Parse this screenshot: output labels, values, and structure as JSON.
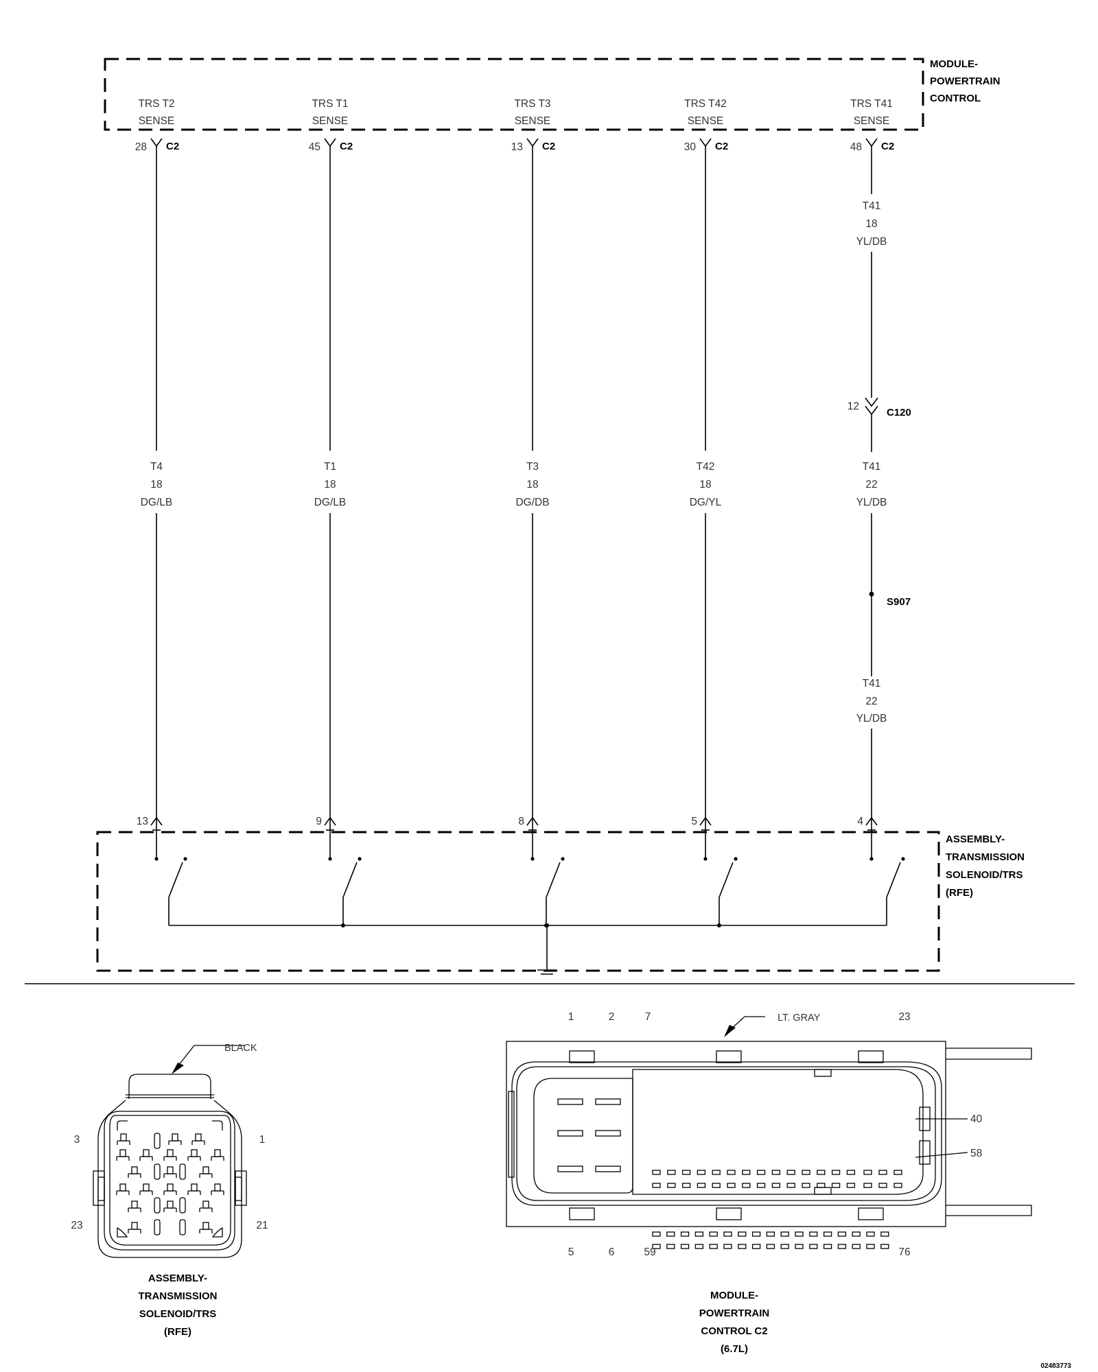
{
  "pcm": {
    "title": [
      "MODULE-",
      "POWERTRAIN",
      "CONTROL"
    ],
    "connector": "C2",
    "pins": [
      {
        "name": [
          "TRS T2",
          "SENSE"
        ],
        "pin": "28"
      },
      {
        "name": [
          "TRS T1",
          "SENSE"
        ],
        "pin": "45"
      },
      {
        "name": [
          "TRS T3",
          "SENSE"
        ],
        "pin": "13"
      },
      {
        "name": [
          "TRS T42",
          "SENSE"
        ],
        "pin": "30"
      },
      {
        "name": [
          "TRS T41",
          "SENSE"
        ],
        "pin": "48"
      }
    ]
  },
  "wires": [
    {
      "lines": [
        "T4",
        "18",
        "DG/LB"
      ]
    },
    {
      "lines": [
        "T1",
        "18",
        "DG/LB"
      ]
    },
    {
      "lines": [
        "T3",
        "18",
        "DG/DB"
      ]
    },
    {
      "lines": [
        "T42",
        "18",
        "DG/YL"
      ]
    },
    {
      "lines": [
        "T41",
        "22",
        "YL/DB"
      ]
    }
  ],
  "t41_upper": {
    "lines": [
      "T41",
      "18",
      "YL/DB"
    ]
  },
  "t41_lower": {
    "lines": [
      "T41",
      "22",
      "YL/DB"
    ]
  },
  "inline_connector": {
    "pin": "12",
    "name": "C120"
  },
  "splice": {
    "name": "S907"
  },
  "solenoid": {
    "title": [
      "ASSEMBLY-",
      "TRANSMISSION",
      "SOLENOID/TRS",
      "(RFE)"
    ],
    "pins": [
      "13",
      "9",
      "8",
      "5",
      "4"
    ]
  },
  "connector_views": {
    "solenoid_view": {
      "color_label": "BLACK",
      "pin_labels": {
        "top_left": "3",
        "top_right": "1",
        "bottom_left": "23",
        "bottom_right": "21"
      },
      "caption": [
        "ASSEMBLY-",
        "TRANSMISSION",
        "SOLENOID/TRS",
        "(RFE)"
      ]
    },
    "pcm_view": {
      "color_label": "LT. GRAY",
      "top_pins": [
        "1",
        "2",
        "7",
        "23"
      ],
      "bottom_pins": [
        "5",
        "6",
        "59",
        "76"
      ],
      "side_pins": [
        "40",
        "58"
      ],
      "caption": [
        "MODULE-",
        "POWERTRAIN",
        "CONTROL C2",
        "(6.7L)"
      ]
    }
  },
  "figure_id": "02483773"
}
